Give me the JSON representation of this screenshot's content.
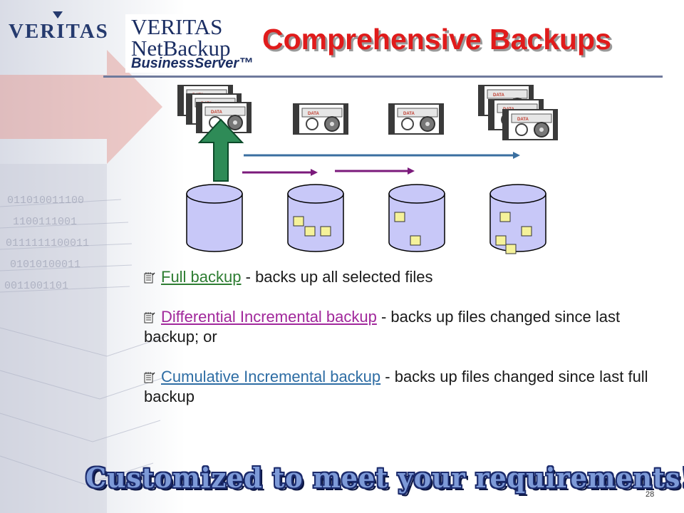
{
  "brand": {
    "name": "VERITAS"
  },
  "product_logo": {
    "line1": "VERITAS",
    "line2": "NetBackup",
    "line3": "BusinessServer™"
  },
  "title": "Comprehensive Backups",
  "diagram": {
    "tape_label": "DATA"
  },
  "bullets": [
    {
      "term": "Full backup",
      "rest": " - backs up all selected files"
    },
    {
      "term": "Differential Incremental backup",
      "rest": " - backs up files changed since last backup; or"
    },
    {
      "term": "Cumulative Incremental backup",
      "rest": " - backs up files changed since last full backup"
    }
  ],
  "tagline": "Customized to meet your requirements!",
  "page_number": "28",
  "colors": {
    "title": "#e01b1b",
    "full": "#2e7d32",
    "differential": "#a1289b",
    "cumulative": "#2e6da4",
    "disk_fill": "#c8c8f8",
    "changed_file": "#f5f29a"
  }
}
